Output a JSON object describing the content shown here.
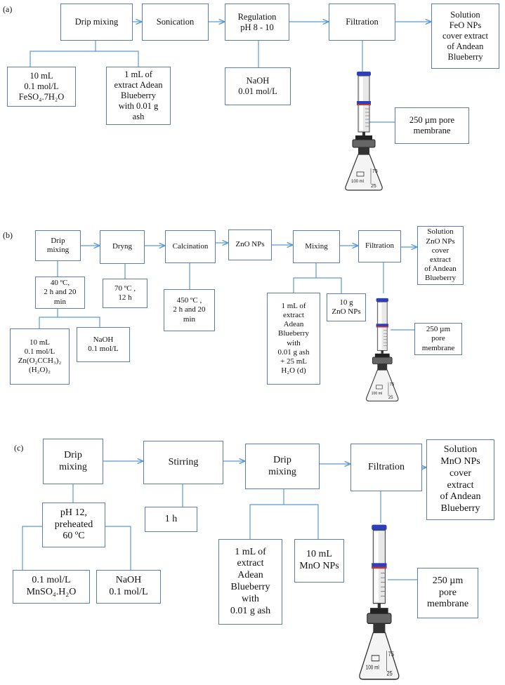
{
  "a": {
    "label": "(a)",
    "drip": "Drip  mixing",
    "sonication": "Sonication",
    "regulation": "Regulation\npH 8 - 10",
    "filtration": "Filtration",
    "solution": "Solution\nFeO NPs\ncover extract\nof Andean\nBlueberry",
    "in1": "10 mL\n0.1 mol/L\nFeSO₄.7H₂O",
    "in2": "1 mL of\nextract Adean\nBlueberry\nwith 0.01 g\nash",
    "naoh": "NaOH\n0.01 mol/L",
    "membrane": "250 µm pore\nmembrane"
  },
  "b": {
    "label": "(b)",
    "drip": "Drip\nmixing",
    "dryng": "Dryng",
    "calcination": "Calcination",
    "zno": "ZnO NPs",
    "mixing": "Mixing",
    "filtration": "Filtration",
    "solution": "Solution\nZnO NPs\ncover\nextract\nof Andean\nBlueberry",
    "cond1": "40 ºC,\n2 h and 20\nmin",
    "cond2": "70 ºC  ,\n12 h",
    "cond3": "450 ºC  ,\n2 h and 20\nmin",
    "in1": "10 mL\n0.1 mol/L\nZn(O₂CCH₃)₂\n(H₂O)₂",
    "naoh": "NaOH\n0.1 mol/L",
    "extract": "1 mL of\nextract\nAdean\nBlueberry\nwith\n0.01 g ash\n+ 25 mL\nH₂O (d)",
    "znog": "10 g\nZnO NPs",
    "membrane": "250 µm\npore\nmembrane"
  },
  "c": {
    "label": "(c)",
    "drip": "Drip\nmixing",
    "stirring": "Stirring",
    "drip2": "Drip\nmixing",
    "filtration": "Filtration",
    "solution": "Solution\nMnO NPs\ncover\nextract\nof Andean\nBlueberry",
    "cond1": "pH 12,\npreheated\n60 ºC",
    "time": "1 h",
    "in1": "0.1 mol/L\nMnSO₄.H₂O",
    "naoh": "NaOH\n0.1 mol/L",
    "extract": "1 mL of\nextract\nAdean\nBlueberry\nwith\n0.01 g ash",
    "mno": "10 mL\nMnO NPs",
    "membrane": "250 µm\npore\nmembrane"
  },
  "flask_labels": {
    "v100": "100\nml",
    "v75": "75",
    "v25": "25"
  },
  "colors": {
    "line": "#5b9bd5",
    "border": "#5b7fa8",
    "syringe_cap": "#2b3fbf",
    "syringe_ring": "#c0392b"
  }
}
